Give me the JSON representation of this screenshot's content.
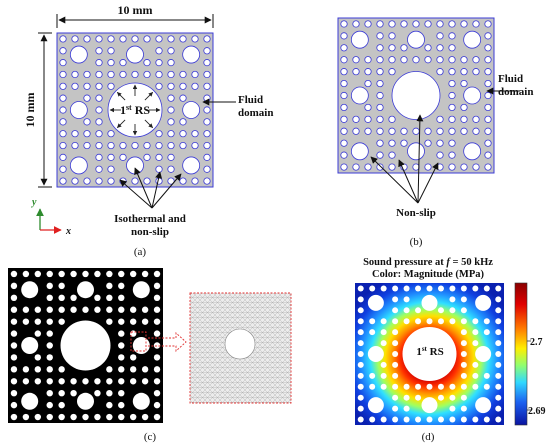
{
  "panel_a": {
    "width_dim": "10 mm",
    "height_dim": "10 mm",
    "rs_label_main": "1",
    "rs_label_sup": "st",
    "rs_label_rest": " RS",
    "fluid_label_1": "Fluid",
    "fluid_label_2": "domain",
    "bc_label_1": "Isothermal and",
    "bc_label_2": "non-slip",
    "axis_y": "y",
    "axis_x": "x",
    "caption": "(a)"
  },
  "panel_b": {
    "fluid_label_1": "Fluid",
    "fluid_label_2": "domain",
    "bc_label": "Non-slip",
    "caption": "(b)"
  },
  "panel_c": {
    "caption": "(c)"
  },
  "panel_d": {
    "title_1": "Sound pressure at ",
    "title_f": "f",
    "title_1b": " = 50 kHz",
    "title_2": "Color: Magnitude (MPa)",
    "rs_label_main": "1",
    "rs_label_sup": "st",
    "rs_label_rest": " RS",
    "colorbar_ticks": [
      "2.7",
      "2.69"
    ],
    "caption": "(d)"
  },
  "colors": {
    "domain_fill": "#c4c4c4",
    "domain_edge": "#3b3bd6",
    "hole_edge": "#3b3bd6",
    "mesh_edge": "#e03030",
    "axis_y": "#2e8b2e",
    "axis_x": "#e02020"
  }
}
